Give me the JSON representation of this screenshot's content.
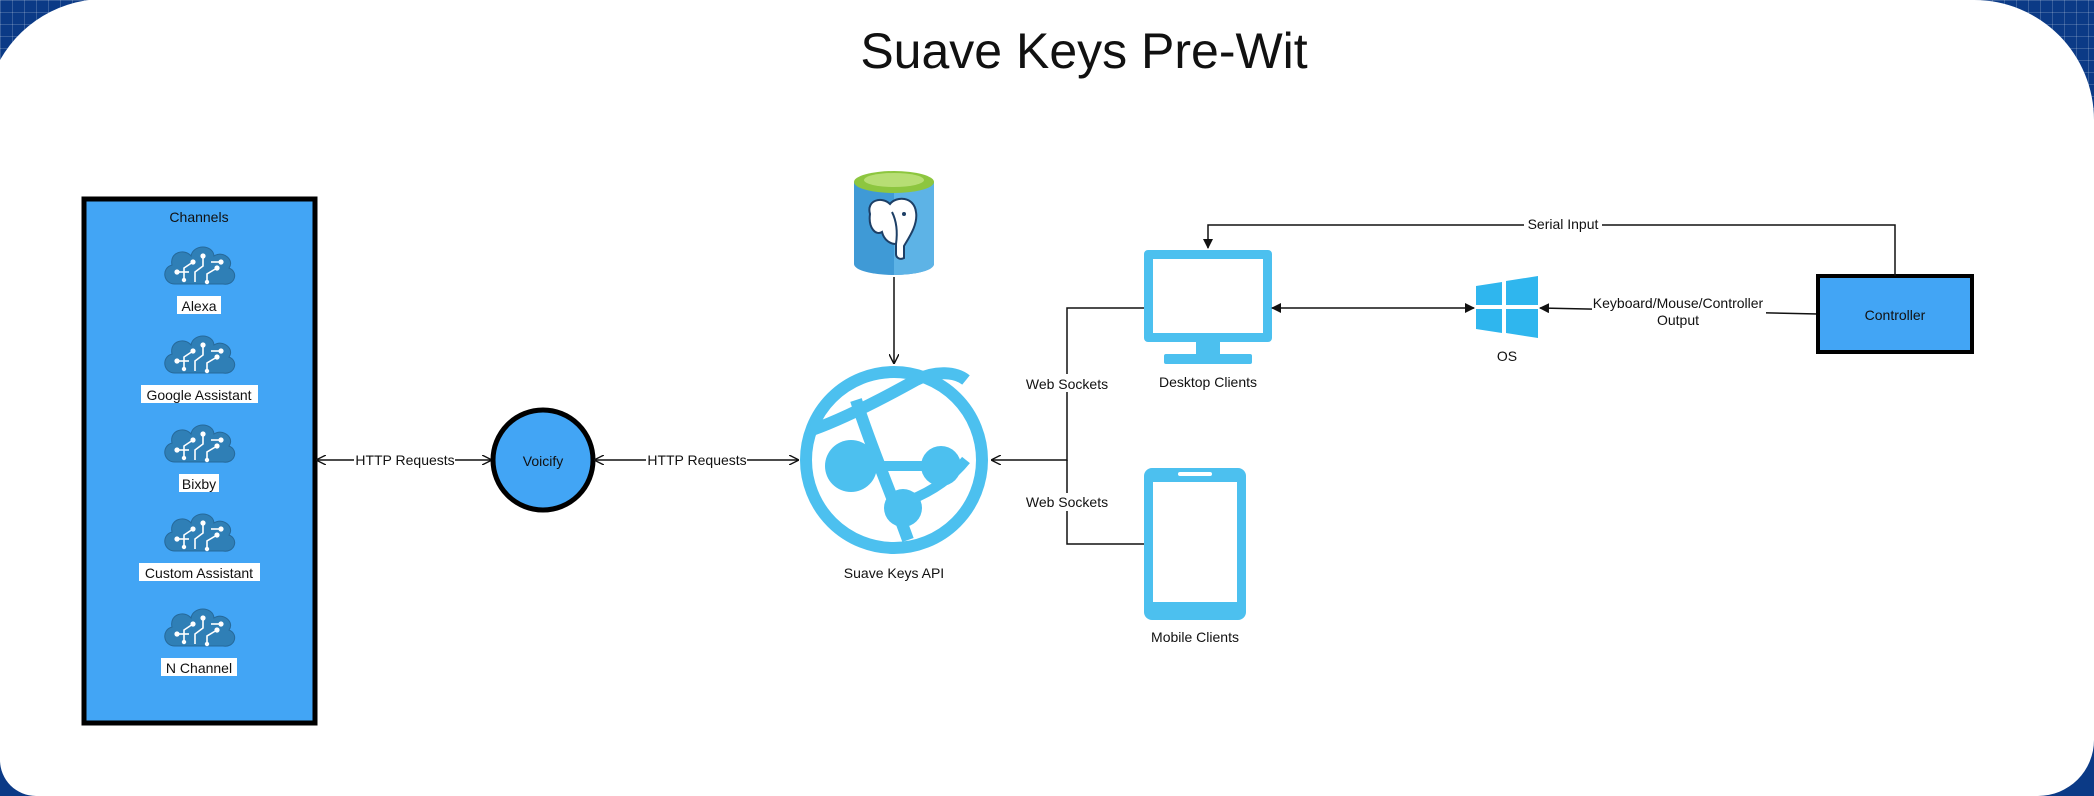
{
  "title": "Suave Keys Pre-Wit",
  "colors": {
    "accent_blue": "#42a5f5",
    "azure_blue": "#4cc0ef",
    "azure_dark": "#2f7fb6",
    "postgres_top": "#8dc63f",
    "windows_blue": "#2fb6ee",
    "background": "#ffffff",
    "outer": "#0b3a86"
  },
  "channels": {
    "header": "Channels",
    "items": [
      {
        "label": "Alexa",
        "icon": "cognitive-services-icon"
      },
      {
        "label": "Google Assistant",
        "icon": "cognitive-services-icon"
      },
      {
        "label": "Bixby",
        "icon": "cognitive-services-icon"
      },
      {
        "label": "Custom Assistant",
        "icon": "cognitive-services-icon"
      },
      {
        "label": "N Channel",
        "icon": "cognitive-services-icon"
      }
    ]
  },
  "nodes": {
    "voicify": "Voicify",
    "api": "Suave Keys API",
    "database_icon": "postgresql-database-icon",
    "desktop": "Desktop Clients",
    "mobile": "Mobile Clients",
    "os": "OS",
    "controller": "Controller"
  },
  "edges": {
    "channels_voicify": "HTTP Requests",
    "voicify_api": "HTTP Requests",
    "desktop_sockets": "Web Sockets",
    "mobile_sockets": "Web Sockets",
    "serial": "Serial Input",
    "keyboard_line1": "Keyboard/Mouse/Controller",
    "keyboard_line2": "Output"
  }
}
